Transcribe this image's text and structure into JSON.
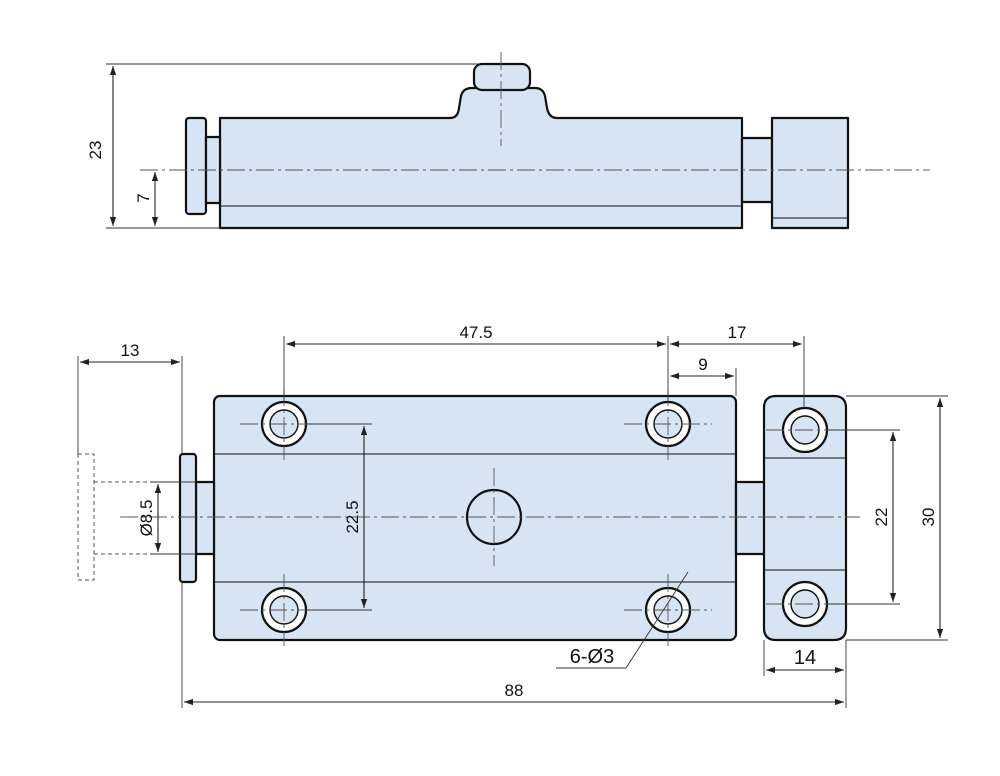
{
  "colors": {
    "part_fill": "#d6e4f4",
    "outline": "#111111"
  },
  "dimensions": {
    "top_height": "23",
    "top_offset": "7",
    "pin_travel": "13",
    "hole_spacing_x": "47.5",
    "bracket_offset": "17",
    "bracket_gap": "9",
    "hole_spacing_y": "22.5",
    "pin_diameter": "Ø8.5",
    "bracket_hole_spacing": "22",
    "bracket_height": "30",
    "bracket_width": "14",
    "overall_length": "88",
    "holes_note": "6-Ø3"
  }
}
